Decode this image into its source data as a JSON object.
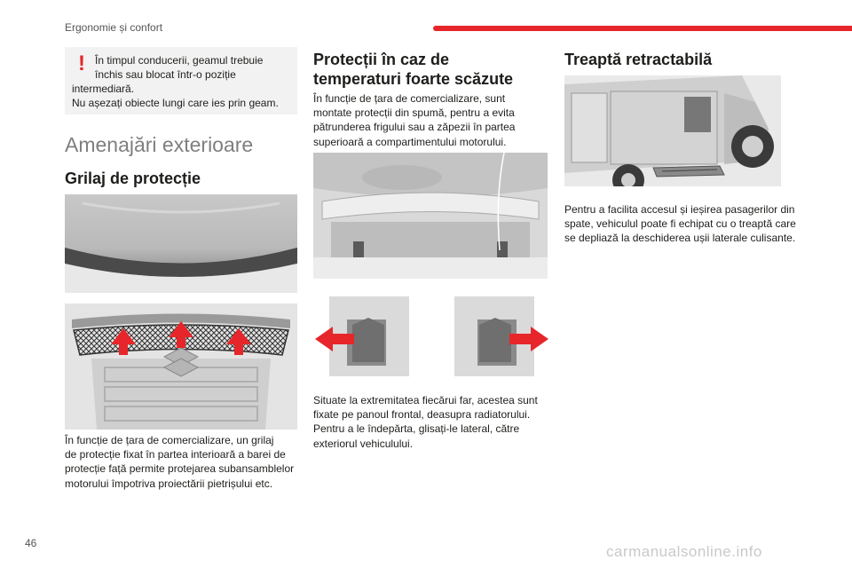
{
  "header": {
    "title": "Ergonomie și confort",
    "accent_color": "#e6262a"
  },
  "warning": {
    "icon": "exclamation-icon",
    "line1": "În timpul conducerii, geamul trebuie",
    "line2": "închis sau blocat într-o poziție",
    "line3": "intermediară.",
    "line4": "Nu așezați obiecte lungi care ies prin geam."
  },
  "section": {
    "title": "Amenajări exterioare"
  },
  "grilaj": {
    "heading": "Grilaj de protecție",
    "text_l1": "În funcție de țara de comercializare, un grilaj",
    "text_l2": "de protecție fixat în partea interioară a barei de",
    "text_l3": "protecție față permite protejarea subansamblelor",
    "text_l4": "motorului împotriva proiectării pietrișului etc."
  },
  "protectii": {
    "heading_l1": "Protecții în caz de",
    "heading_l2": "temperaturi foarte scăzute",
    "text_l1": "În funcție de țara de comercializare, sunt",
    "text_l2": "montate protecții din spumă, pentru a evita",
    "text_l3": "pătrunderea frigului sau a zăpezii în partea",
    "text_l4": "superioară a compartimentului motorului.",
    "far_l1": "Situate la extremitatea fiecărui far, acestea sunt",
    "far_l2": "fixate pe panoul frontal, deasupra radiatorului.",
    "far_l3": "Pentru a le îndepărta, glisați-le lateral, către",
    "far_l4": "exteriorul vehiculului."
  },
  "treapta": {
    "heading": "Treaptă retractabilă",
    "text_l1": "Pentru a facilita accesul și ieșirea pasagerilor din",
    "text_l2": "spate, vehiculul poate fi echipat cu o treaptă care",
    "text_l3": "se depliază la deschiderea ușii laterale culisante."
  },
  "footer": {
    "page_number": "46",
    "watermark": "carmanualsonline.info"
  }
}
